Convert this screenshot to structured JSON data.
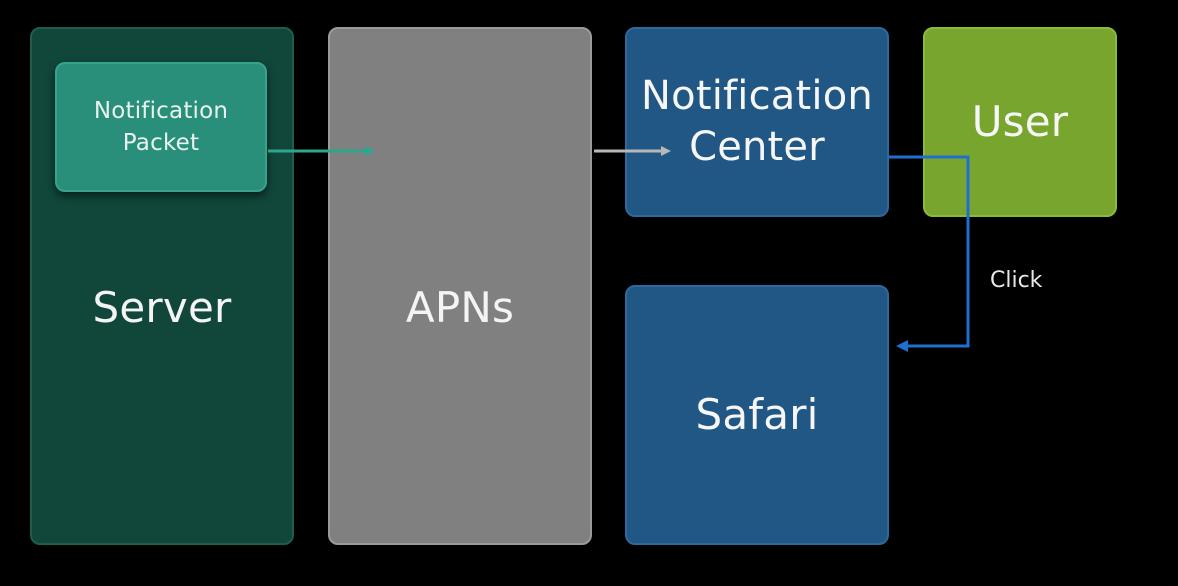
{
  "diagram": {
    "server": {
      "label": "Server"
    },
    "packet": {
      "line1": "Notification",
      "line2": "Packet"
    },
    "apns": {
      "label": "APNs"
    },
    "notification_center": {
      "line1": "Notification",
      "line2": "Center"
    },
    "user": {
      "label": "User"
    },
    "safari": {
      "label": "Safari"
    },
    "click_label": "Click"
  },
  "colors": {
    "background": "#000000",
    "server": "#11463b",
    "packet": "#2a8f7a",
    "apns": "#808080",
    "notification_center": "#205784",
    "user": "#78a52e",
    "safari": "#205784",
    "arrow_packet_to_apns": "#2ea58e",
    "arrow_apns_to_center": "#b8b8b8",
    "arrow_click": "#1f6fd0"
  }
}
